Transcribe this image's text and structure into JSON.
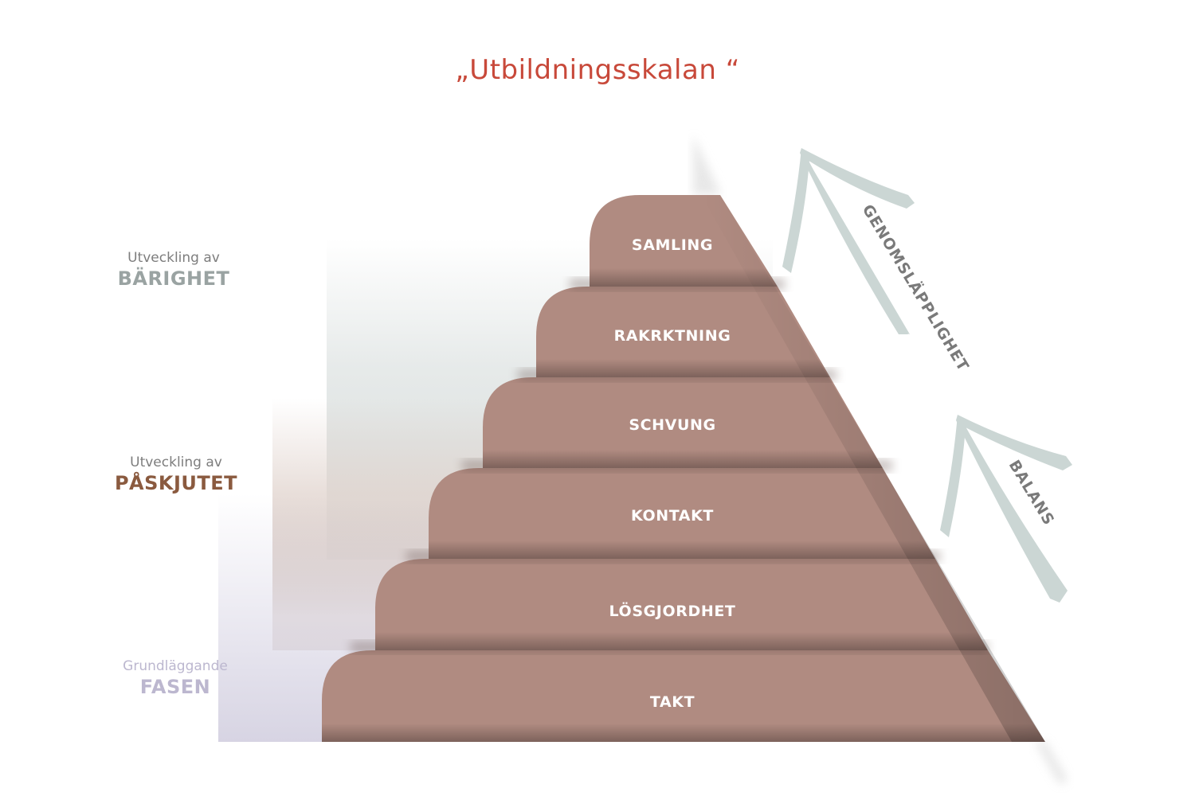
{
  "title": "„Utbildningsskalan “",
  "phases": [
    {
      "sub": "Utveckling av",
      "main": "BÄRIGHET",
      "color": "#9aa3a2"
    },
    {
      "sub": "Utveckling av",
      "main": "PÅSKJUTET",
      "color": "#8a5a3f"
    },
    {
      "sub": "Grundläggande",
      "main": "FASEN",
      "color": "#bcb7cf"
    }
  ],
  "steps": [
    {
      "label": "SAMLING"
    },
    {
      "label": "RAKRKTNING"
    },
    {
      "label": "SCHVUNG"
    },
    {
      "label": "KONTAKT"
    },
    {
      "label": "LÖSGJORDHET"
    },
    {
      "label": "TAKT"
    }
  ],
  "arrows": [
    {
      "label": "GENOMSLÄPPLIGHET"
    },
    {
      "label": "BALANS"
    }
  ],
  "colors": {
    "step_fill": "#b08b81",
    "step_shadow": "#6e5650",
    "arrow": "#cbd6d4",
    "title": "#c8493a"
  }
}
